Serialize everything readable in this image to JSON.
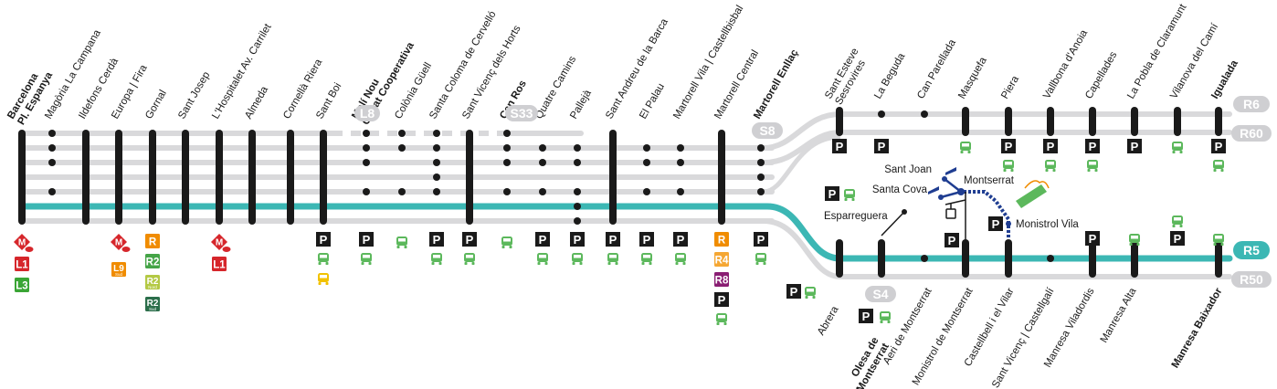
{
  "colors": {
    "trunk": "#d9d9db",
    "r5_line": "#3cb7b4",
    "bar": "#1a1a1a",
    "dot": "#1a1a1a",
    "funicular": "#1f3d91",
    "line_badge_bg": "#cfcfd2",
    "parking_bg": "#1a1a1a",
    "bus_green": "#5cb85c",
    "bus_yellow": "#f2c200",
    "metro_red": "#d6262b",
    "l1": "#d6262b",
    "l3": "#3aa535",
    "l9": "#f08c00",
    "r_orange": "#f08c00",
    "r2": "#45a447",
    "r2_nord": "#b4c944",
    "r2_sud": "#2b6e4a",
    "r4": "#f5a733",
    "r8": "#8a1e73"
  },
  "stations_main": [
    {
      "name": "Barcelona\nPl. Espanya",
      "bold": true
    },
    {
      "name": "Magòria La Campana",
      "bold": false
    },
    {
      "name": "Ildefons Cerdà",
      "bold": false
    },
    {
      "name": "Europa | Fira",
      "bold": false
    },
    {
      "name": "Gornal",
      "bold": false
    },
    {
      "name": "Sant Josep",
      "bold": false
    },
    {
      "name": "L'Hospitalet Av. Carrilet",
      "bold": false
    },
    {
      "name": "Almeda",
      "bold": false
    },
    {
      "name": "Cornellà Riera",
      "bold": false
    },
    {
      "name": "Sant Boi",
      "bold": false
    },
    {
      "name": "Molí Nou\nCiutat Cooperativa",
      "bold": true
    },
    {
      "name": "Colònia Güell",
      "bold": false
    },
    {
      "name": "Santa Coloma de Cervelló",
      "bold": false
    },
    {
      "name": "Sant Vicenç dels Horts",
      "bold": false
    },
    {
      "name": "Can Ros",
      "bold": true
    },
    {
      "name": "Quatre Camins",
      "bold": false
    },
    {
      "name": "Pallejà",
      "bold": false
    },
    {
      "name": "Sant Andreu de la Barca",
      "bold": false
    },
    {
      "name": "El Palau",
      "bold": false
    },
    {
      "name": "Martorell Vila | Castellbisbal",
      "bold": false
    },
    {
      "name": "Martorell Central",
      "bold": false
    },
    {
      "name": "Martorell Enllaç",
      "bold": true
    }
  ],
  "stations_upper": [
    {
      "name": "Sant Esteve\nSesrovires",
      "bold": false
    },
    {
      "name": "La Beguda",
      "bold": false
    },
    {
      "name": "Can Parellada",
      "bold": false
    },
    {
      "name": "Masquefa",
      "bold": false
    },
    {
      "name": "Piera",
      "bold": false
    },
    {
      "name": "Vallbona d'Anoia",
      "bold": false
    },
    {
      "name": "Capellades",
      "bold": false
    },
    {
      "name": "La Pobla de Claramunt",
      "bold": false
    },
    {
      "name": "Vilanova del Camí",
      "bold": false
    },
    {
      "name": "Igualada",
      "bold": true
    }
  ],
  "stations_lower": [
    {
      "name": "Abrera",
      "bold": false
    },
    {
      "name": "Olesa de\nMontserrat",
      "bold": true
    },
    {
      "name": "Aeri de Montserrat",
      "bold": false
    },
    {
      "name": "Monistrol de Montserrat",
      "bold": false
    },
    {
      "name": "Castellbell i el Vilar",
      "bold": false
    },
    {
      "name": "Sant Vicenç | Castellgalí",
      "bold": false
    },
    {
      "name": "Manresa Viladordis",
      "bold": false
    },
    {
      "name": "Manresa Alta",
      "bold": false
    },
    {
      "name": "Manresa Baixador",
      "bold": true
    }
  ],
  "branch_labels": [
    "L8",
    "S33",
    "S8",
    "S4",
    "R6",
    "R60",
    "R5",
    "R50"
  ],
  "montserrat_labels": [
    "Sant Joan",
    "Santa Cova",
    "Montserrat",
    "Monistrol Vila",
    "Esparreguera"
  ],
  "icon_text": {
    "parking": "P",
    "renfe": "R",
    "metro": "M"
  },
  "connections": {
    "l1": "L1",
    "l3": "L3",
    "l9": "L9",
    "l9_sub": "Sud",
    "r2": "R2",
    "r2_nord": "R2",
    "r2_nord_sub": "Nord",
    "r2_sud": "R2",
    "r2_sud_sub": "Sud",
    "r4": "R4",
    "r8": "R8"
  }
}
